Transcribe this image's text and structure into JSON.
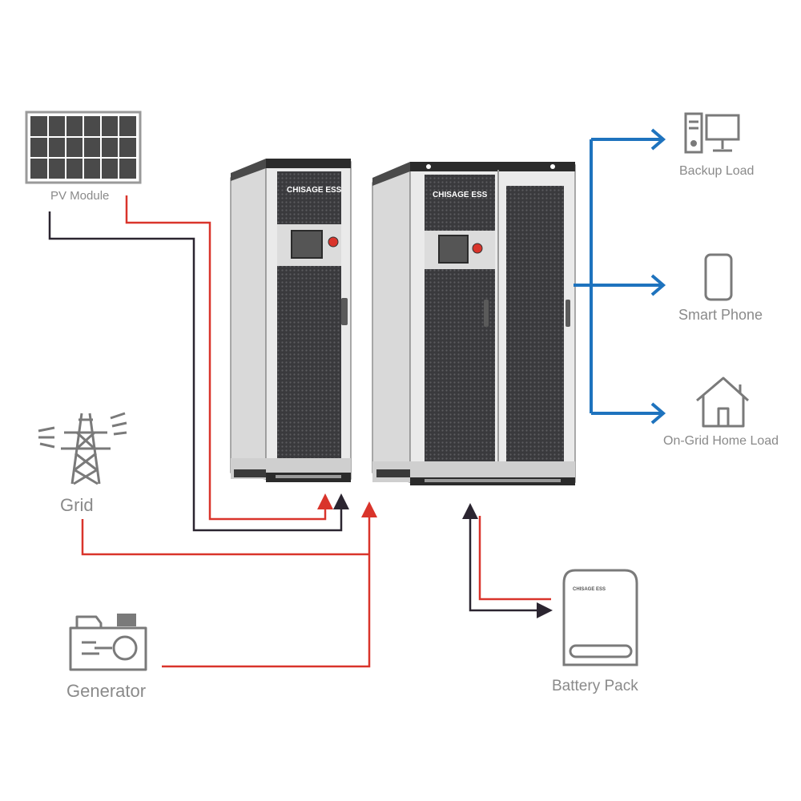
{
  "nodes": {
    "pv_module": {
      "label": "PV Module",
      "icon": "solar-panel-icon"
    },
    "grid": {
      "label": "Grid",
      "icon": "transmission-tower-icon"
    },
    "generator": {
      "label": "Generator",
      "icon": "generator-icon"
    },
    "battery_pack": {
      "label": "Battery Pack",
      "icon": "battery-pack-icon",
      "brand": "CHISAGE ESS"
    },
    "backup_load": {
      "label": "Backup Load",
      "icon": "computer-icon"
    },
    "smart_phone": {
      "label": "Smart Phone",
      "icon": "smartphone-icon"
    },
    "home_load": {
      "label": "On-Grid Home Load",
      "icon": "house-icon"
    }
  },
  "cabinets": {
    "left": {
      "brand": "CHISAGE ESS"
    },
    "right": {
      "brand": "CHISAGE ESS"
    }
  },
  "colors": {
    "dc_positive": "#d9342b",
    "dc_negative": "#2b2530",
    "output": "#1e73be",
    "icon_gray": "#7a7a7a"
  }
}
